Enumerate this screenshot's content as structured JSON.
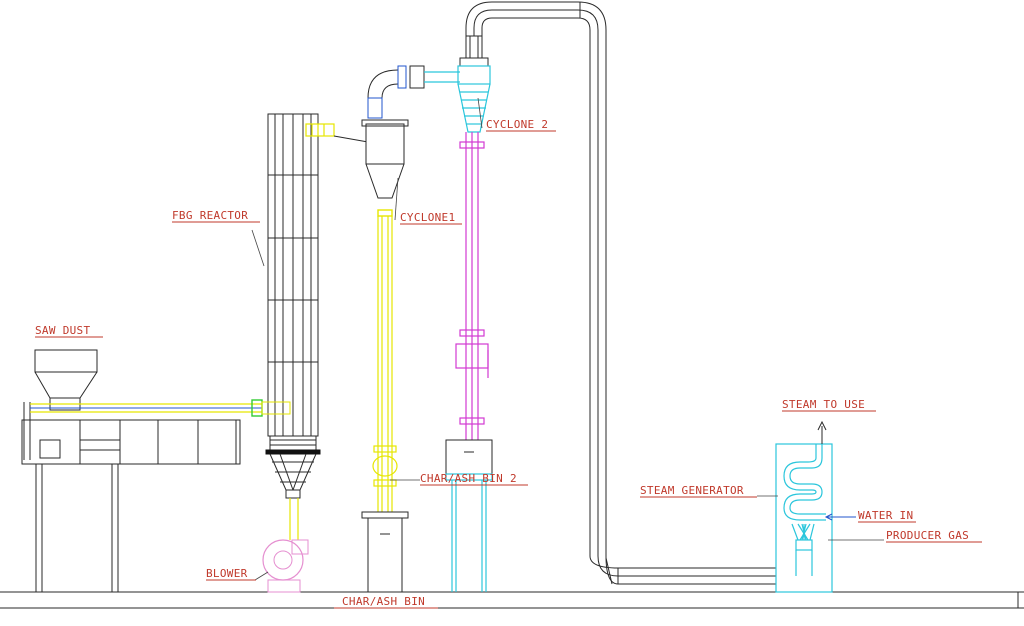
{
  "labels": {
    "saw_dust": "SAW DUST",
    "fbg_reactor": "FBG REACTOR",
    "cyclone1": "CYCLONE1",
    "cyclone2": "CYCLONE 2",
    "char_ash_bin_2": "CHAR/ASH BIN 2",
    "blower": "BLOWER",
    "char_ash_bin": "CHAR/ASH BIN",
    "steam_to_use": "STEAM TO USE",
    "steam_generator": "STEAM GENERATOR",
    "water_in": "WATER IN",
    "producer_gas": "PRODUCER GAS"
  },
  "colors": {
    "label_red": "#c0392b",
    "equipment_line": "#2a2a2a",
    "yellow_pipe": "#e6e600",
    "magenta_pipe": "#d23ad2",
    "cyan_pipe": "#2bc6dc",
    "blue_arrow": "#2255cc",
    "green_flange": "#33cc33"
  }
}
